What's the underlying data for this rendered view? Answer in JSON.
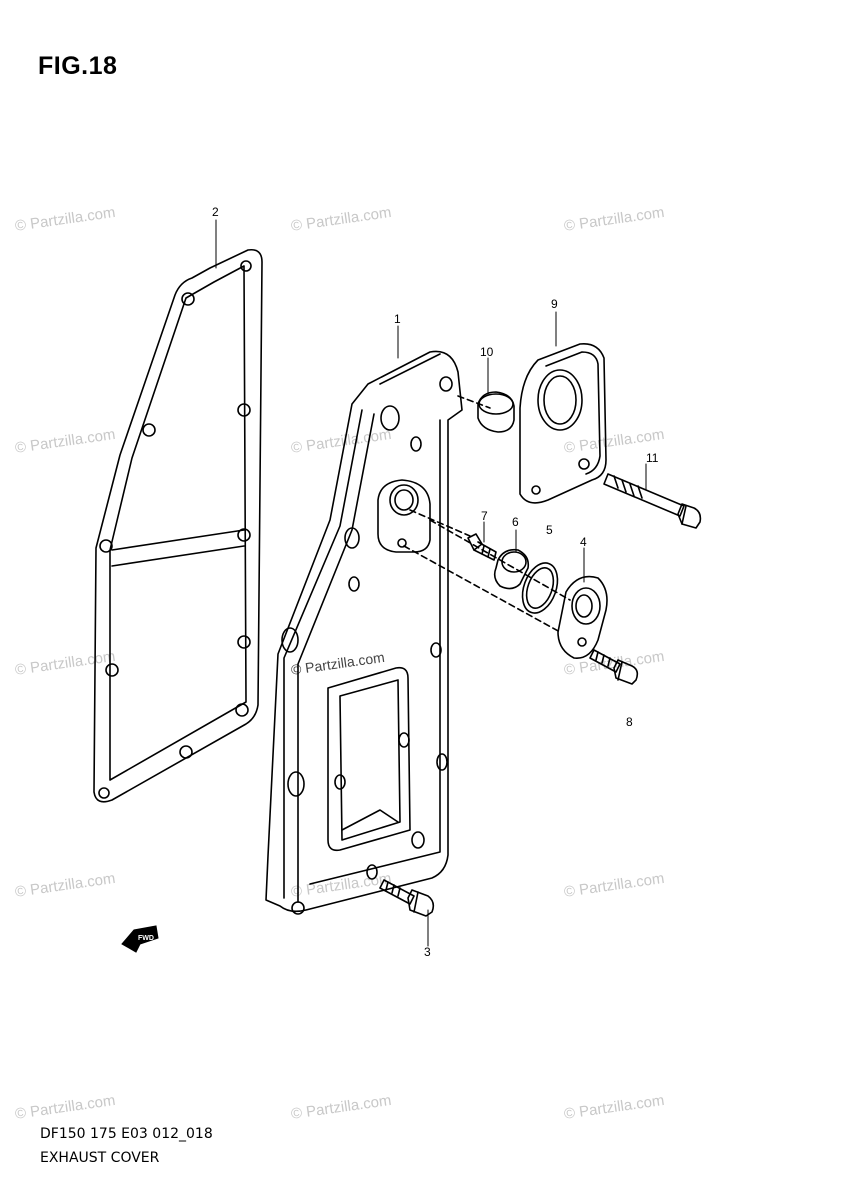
{
  "figure": {
    "title": "FIG.18",
    "code": "DF150 175 E03 012_018",
    "name": "EXHAUST COVER"
  },
  "watermark": {
    "text": "© Partzilla.com"
  },
  "callouts": [
    {
      "id": "c1",
      "label": "1"
    },
    {
      "id": "c2",
      "label": "2"
    },
    {
      "id": "c3",
      "label": "3"
    },
    {
      "id": "c4",
      "label": "4"
    },
    {
      "id": "c5",
      "label": "5"
    },
    {
      "id": "c6",
      "label": "6"
    },
    {
      "id": "c7",
      "label": "7"
    },
    {
      "id": "c8",
      "label": "8"
    },
    {
      "id": "c9",
      "label": "9"
    },
    {
      "id": "c10",
      "label": "10"
    },
    {
      "id": "c11",
      "label": "11"
    }
  ],
  "fwd_arrow": {
    "icon": "fwd-arrow-icon",
    "label": "FWD"
  }
}
